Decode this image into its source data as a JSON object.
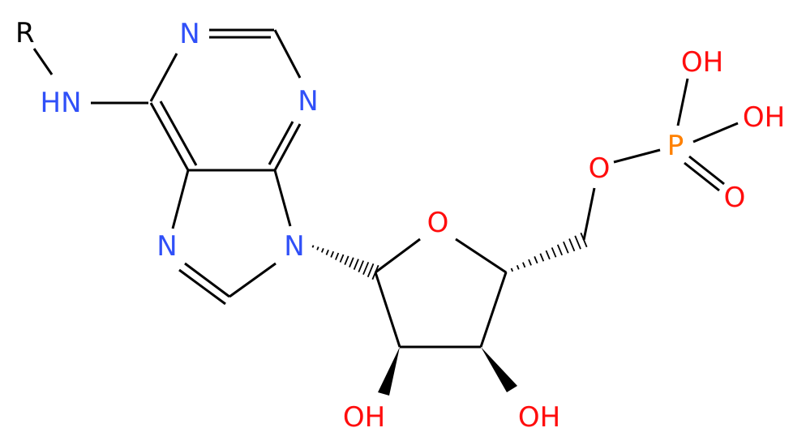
{
  "colors": {
    "bond": "#000000",
    "nitrogen": "#3050F8",
    "oxygen": "#FF0D0D",
    "phosphorus": "#FF8000",
    "carbon_group": "#000000"
  },
  "molecule": {
    "r_group": "R",
    "amine_nh": "HN",
    "purine_n1": "N",
    "purine_n3": "N",
    "purine_n7": "N",
    "purine_n9": "N",
    "ring_oxygen": "O",
    "hydroxyl_2prime": "OH",
    "hydroxyl_3prime": "OH",
    "phosphate_ester_oxygen": "O",
    "phosphorus": "P",
    "phosphate_oh_top": "OH",
    "phosphate_oh_right": "OH",
    "phosphoryl_oxygen": "O"
  }
}
